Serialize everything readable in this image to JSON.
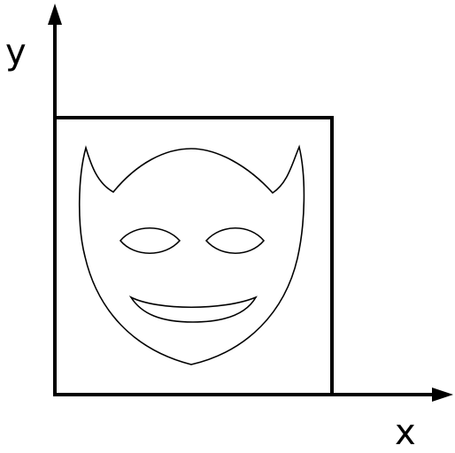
{
  "axes": {
    "x_label": "x",
    "y_label": "y"
  },
  "colors": {
    "stroke": "#000000",
    "background": "#ffffff"
  },
  "figure": {
    "frame": "square",
    "content": "devil-mask-icon"
  }
}
